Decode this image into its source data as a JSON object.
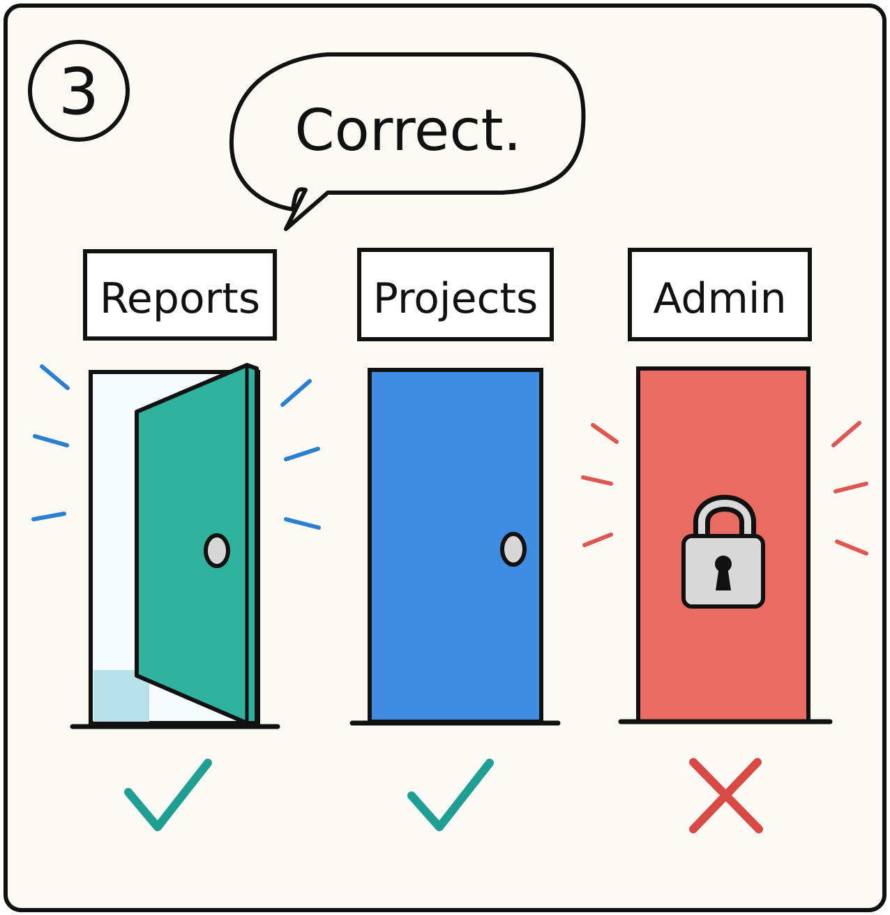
{
  "panel": {
    "number": "3",
    "speech": "Correct."
  },
  "doors": [
    {
      "label": "Reports",
      "state": "open",
      "access": "allowed",
      "result_icon": "checkmark-icon"
    },
    {
      "label": "Projects",
      "state": "closed",
      "access": "allowed",
      "result_icon": "checkmark-icon"
    },
    {
      "label": "Admin",
      "state": "locked",
      "access": "denied",
      "result_icon": "cross-icon"
    }
  ],
  "colors": {
    "paper": "#fbfaf5",
    "ink": "#111111",
    "reports_door": "#2fb39f",
    "projects_door": "#3f8ce3",
    "admin_door": "#ea6b62",
    "open_glow": "#2a7fd0",
    "locked_glow": "#e0574f",
    "check": "#1f9e93",
    "cross": "#d94a45"
  }
}
